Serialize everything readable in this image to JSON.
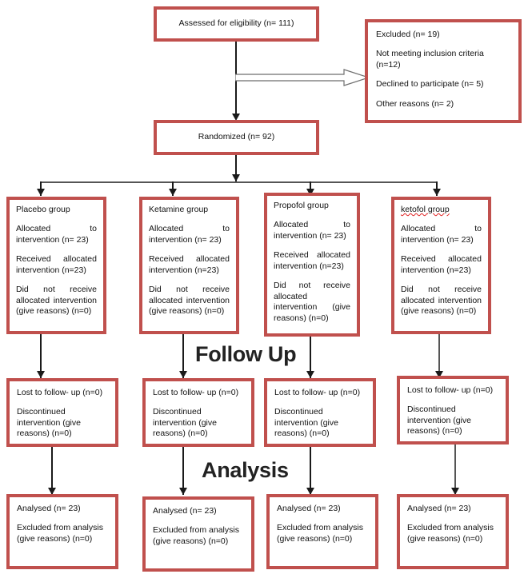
{
  "diagram": {
    "type": "consort-flow-diagram",
    "accent_color": "#c0504d",
    "connector_color": "#1a1a1a",
    "spellcheck_underline_color": "#e02020"
  },
  "enrollment": {
    "assessed": {
      "text": "Assessed for eligibility (n= 111)"
    },
    "excluded": {
      "lines": [
        "Excluded (n= 19)",
        "Not meeting inclusion criteria (n=12)",
        "Declined to participate (n= 5)",
        "Other reasons (n= 2)"
      ]
    },
    "randomized": {
      "text": "Randomized (n= 92)"
    }
  },
  "stages": {
    "follow_up_label": "Follow Up",
    "analysis_label": "Analysis"
  },
  "allocation": [
    {
      "group": "Placebo group",
      "spellcheck_flag": false,
      "lines": [
        "Allocated to intervention (n= 23)",
        "Received allocated intervention (n=23)",
        "Did not receive allocated intervention (give reasons) (n=0)"
      ]
    },
    {
      "group": "Ketamine group",
      "spellcheck_flag": false,
      "lines": [
        "Allocated to intervention (n= 23)",
        "Received allocated intervention (n=23)",
        "Did not receive allocated intervention (give reasons) (n=0)"
      ]
    },
    {
      "group": "Propofol group",
      "spellcheck_flag": false,
      "lines": [
        "Allocated to intervention (n= 23)",
        "Received allocated intervention (n=23)",
        "Did not receive allocated intervention (give reasons) (n=0)"
      ]
    },
    {
      "group": "ketofol group",
      "spellcheck_flag": true,
      "lines": [
        "Allocated to intervention (n= 23)",
        "Received allocated intervention (n=23)",
        "Did not receive allocated intervention (give reasons) (n=0)"
      ]
    }
  ],
  "follow_up": [
    {
      "lines": [
        "Lost to follow- up (n=0)",
        "Discontinued intervention (give reasons) (n=0)"
      ]
    },
    {
      "lines": [
        "Lost to follow- up (n=0)",
        "Discontinued intervention (give reasons) (n=0)"
      ]
    },
    {
      "lines": [
        "Lost to follow- up (n=0)",
        "Discontinued intervention (give reasons) (n=0)"
      ]
    },
    {
      "lines": [
        "Lost to follow- up (n=0)",
        "Discontinued intervention (give reasons) (n=0)"
      ]
    }
  ],
  "analysis": [
    {
      "lines": [
        "Analysed (n= 23)",
        "Excluded from analysis (give reasons) (n=0)"
      ]
    },
    {
      "lines": [
        "Analysed (n= 23)",
        "Excluded from analysis (give reasons) (n=0)"
      ]
    },
    {
      "lines": [
        "Analysed (n= 23)",
        "Excluded from analysis (give reasons) (n=0)"
      ]
    },
    {
      "lines": [
        "Analysed (n= 23)",
        "Excluded from analysis (give reasons) (n=0)"
      ]
    }
  ]
}
